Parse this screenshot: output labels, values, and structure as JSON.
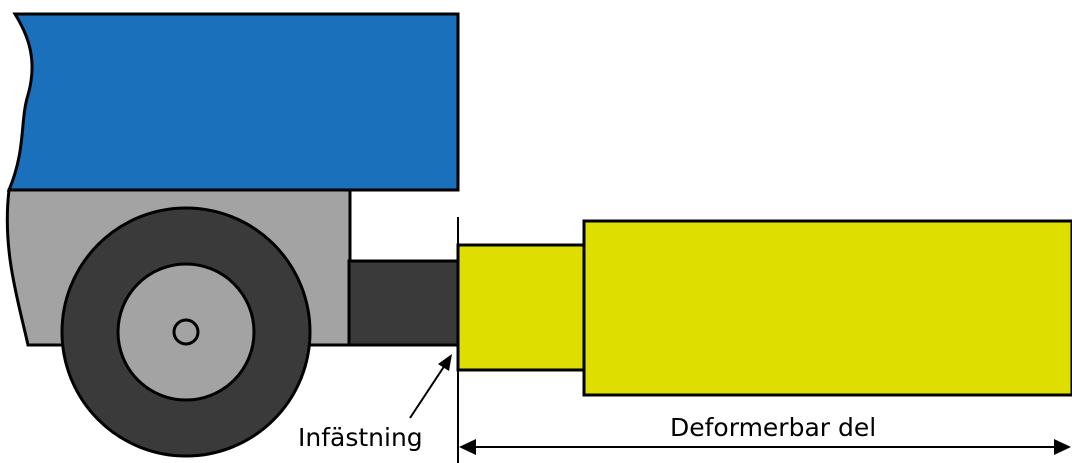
{
  "labels": {
    "attachment": "Infästning",
    "deformable_part": "Deformerbar del"
  },
  "colors": {
    "truck_body": "#1a70bb",
    "chassis": "#a3a3a3",
    "tyre": "#3a3a3a",
    "hub": "#a3a3a3",
    "mount": "#3a3a3a",
    "deformable": "#dede00",
    "outline": "#000000",
    "background": "#ffffff"
  },
  "icons": {
    "dimension_arrow": "double-headed-arrow",
    "pointer_arrow": "leader-arrow"
  }
}
